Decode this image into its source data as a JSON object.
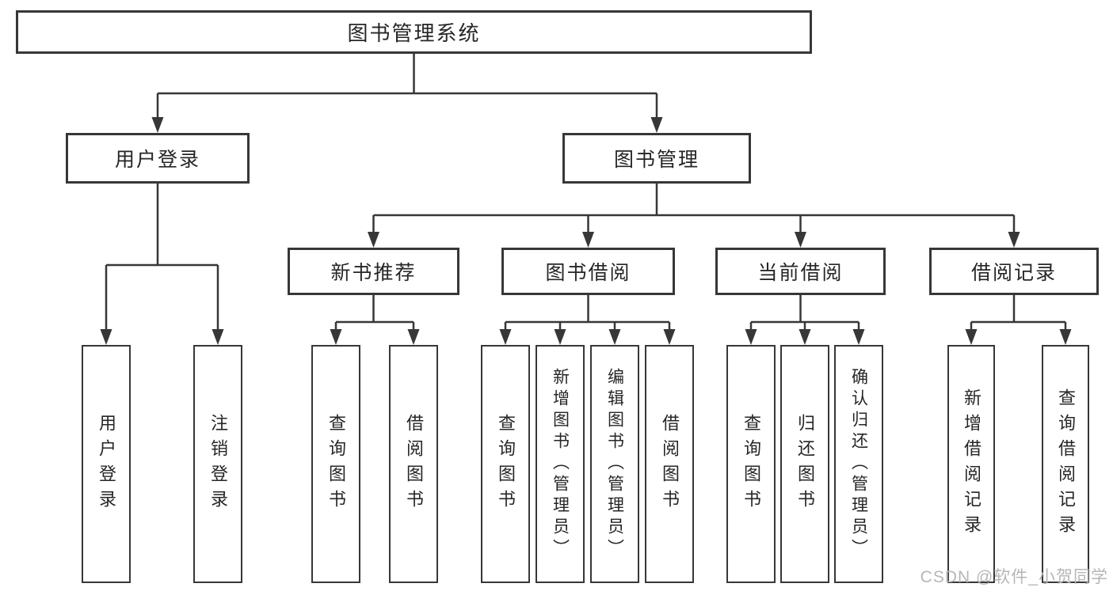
{
  "diagram": {
    "title": "图书管理系统",
    "user": {
      "label": "用户登录",
      "children": [
        "用户登录",
        "注销登录"
      ]
    },
    "book": {
      "label": "图书管理",
      "sections": [
        {
          "label": "新书推荐",
          "children": [
            "查询图书",
            "借阅图书"
          ]
        },
        {
          "label": "图书借阅",
          "children": [
            "查询图书",
            "新增图书（管理员）",
            "编辑图书（管理员）",
            "借阅图书"
          ]
        },
        {
          "label": "当前借阅",
          "children": [
            "查询图书",
            "归还图书",
            "确认归还（管理员）"
          ]
        },
        {
          "label": "借阅记录",
          "children": [
            "新增借阅记录",
            "查询借阅记录"
          ]
        }
      ]
    }
  },
  "watermark": "CSDN @软件_小贺同学",
  "colors": {
    "line": "#373737",
    "text": "#262626",
    "watermark": "#b6b6b6",
    "background": "#ffffff"
  }
}
